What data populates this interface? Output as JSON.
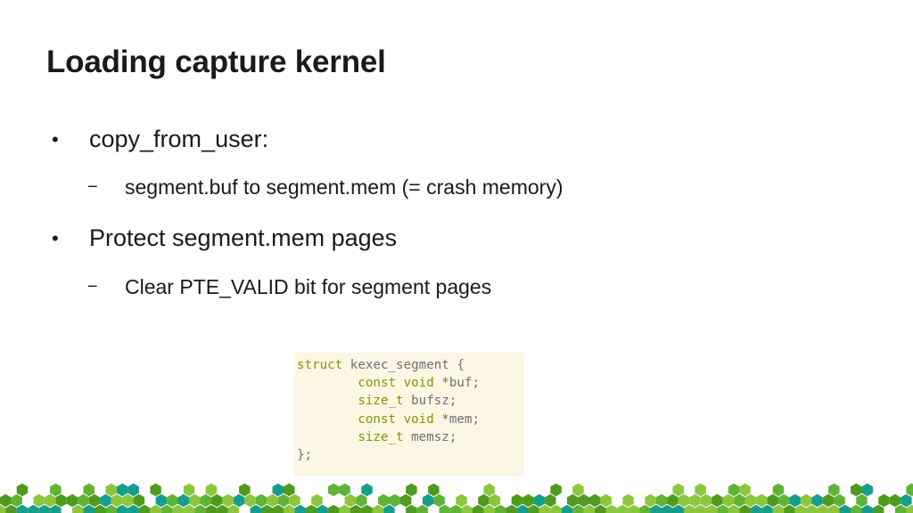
{
  "slide": {
    "title": "Loading capture kernel",
    "bullets": [
      {
        "marker": "•",
        "text": "copy_from_user:",
        "sub": {
          "marker": "−",
          "text": "segment.buf to segment.mem (= crash memory)"
        }
      },
      {
        "marker": "•",
        "text": "Protect segment.mem pages",
        "sub": {
          "marker": "−",
          "text": "Clear PTE_VALID bit for segment pages"
        }
      }
    ],
    "code": {
      "l1_kw": "struct",
      "l1_rest": " kexec_segment {",
      "l2_indent": "        ",
      "l2_kw": "const void",
      "l2_rest": " *buf;",
      "l3_indent": "        ",
      "l3_kw": "size_t",
      "l3_rest": " bufsz;",
      "l4_indent": "        ",
      "l4_kw": "const void",
      "l4_rest": " *mem;",
      "l5_indent": "        ",
      "l5_kw": "size_t",
      "l5_rest": " memsz;",
      "l6": "};"
    },
    "colors": {
      "code_background": "#fdf6e4",
      "code_keyword": "#7e9800",
      "hex_dark_green": "#4f9a1f",
      "hex_light_green": "#8cc63f",
      "hex_teal": "#169e8a",
      "hex_mid_green": "#5fb336"
    }
  }
}
